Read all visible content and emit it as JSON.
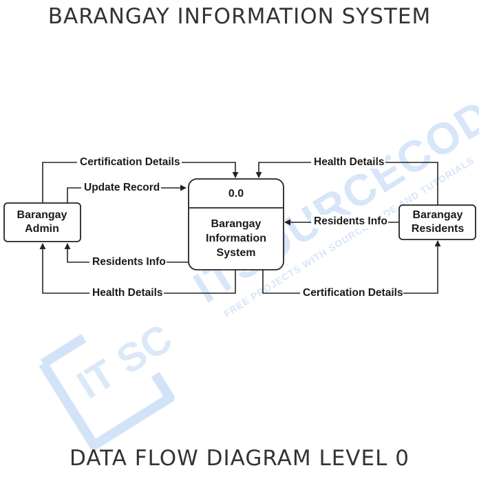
{
  "title": "BARANGAY INFORMATION SYSTEM",
  "subtitle": "DATA FLOW DIAGRAM LEVEL 0",
  "process": {
    "id": "0.0",
    "name_lines": [
      "Barangay",
      "Information",
      "System"
    ]
  },
  "entities": {
    "admin": {
      "lines": [
        "Barangay",
        "Admin"
      ]
    },
    "residents": {
      "lines": [
        "Barangay",
        "Residents"
      ]
    }
  },
  "flows": {
    "admin_certification": "Certification Details",
    "admin_update": "Update Record",
    "admin_residents_info": "Residents Info",
    "admin_health": "Health Details",
    "residents_health": "Health Details",
    "residents_info": "Residents Info",
    "residents_certification": "Certification Details"
  },
  "watermark": {
    "logo": "IT SC",
    "brand": "ITSOURCECODE",
    "tagline": "FREE PROJECTS WITH SOURCE CODE AND TUTORIALS"
  }
}
